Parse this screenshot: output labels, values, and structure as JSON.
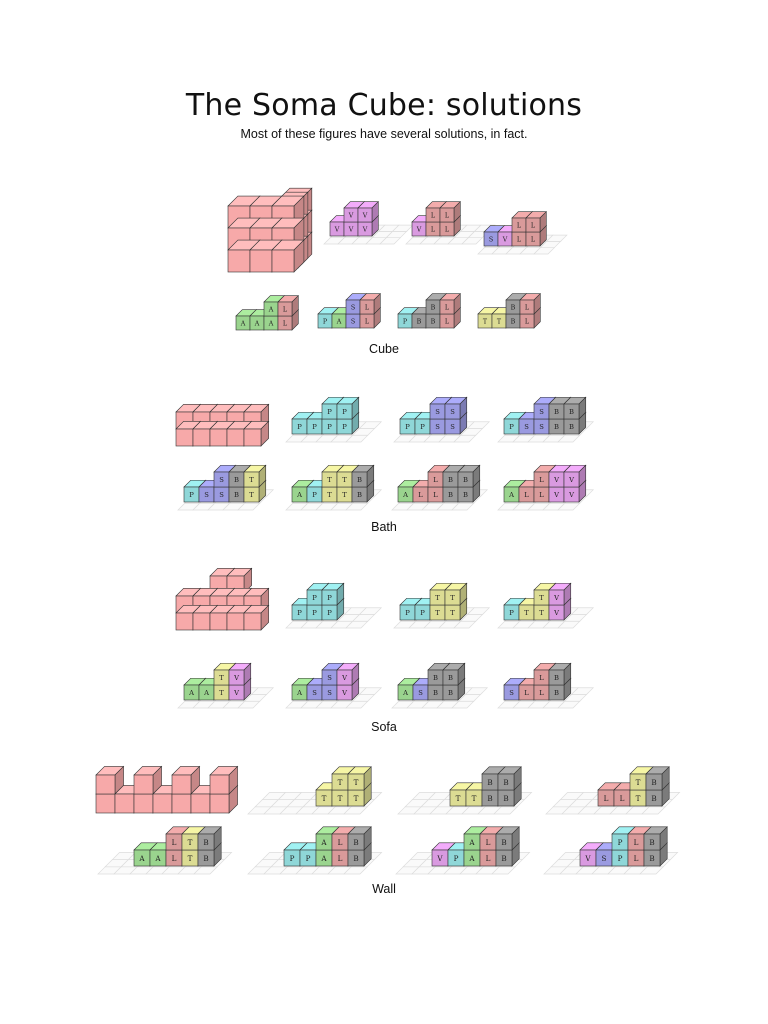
{
  "title": "The Soma Cube: solutions",
  "subtitle": "Most of these figures have several solutions, in fact.",
  "colors": {
    "target": "#f7a9a9",
    "A": "#9ad48e",
    "B": "#9a9a9a",
    "L": "#d99a9a",
    "P": "#8fd7d8",
    "S": "#9a9ae0",
    "T": "#dcdc93",
    "V": "#d99ae0",
    "grid": "#dddddd"
  },
  "sections": [
    {
      "caption": "Cube",
      "target": "cube",
      "steps": [
        {
          "pieces": [
            [
              "V",
              "V",
              "V"
            ]
          ]
        },
        {
          "pieces": [
            [
              "V",
              "L",
              "L"
            ]
          ]
        },
        {
          "pieces": [
            [
              "S",
              "V",
              "L",
              "L"
            ]
          ]
        },
        {
          "pieces": [
            [
              "A",
              "A",
              "A",
              "L"
            ]
          ]
        },
        {
          "pieces": [
            [
              "P",
              "A",
              "S",
              "L"
            ]
          ]
        },
        {
          "pieces": [
            [
              "P",
              "B",
              "B",
              "L"
            ]
          ]
        },
        {
          "pieces": [
            [
              "T",
              "T",
              "B",
              "L"
            ]
          ]
        }
      ]
    },
    {
      "caption": "Bath",
      "target": "bath",
      "steps": [
        {
          "pieces": [
            [
              "P",
              "P",
              "P",
              "P"
            ]
          ]
        },
        {
          "pieces": [
            [
              "P",
              "P",
              "S",
              "S"
            ]
          ]
        },
        {
          "pieces": [
            [
              "P",
              "S",
              "S",
              "B",
              "B"
            ]
          ]
        },
        {
          "pieces": [
            [
              "P",
              "S",
              "S",
              "B",
              "T"
            ]
          ]
        },
        {
          "pieces": [
            [
              "A",
              "P",
              "T",
              "T",
              "B"
            ]
          ]
        },
        {
          "pieces": [
            [
              "A",
              "L",
              "L",
              "B",
              "B"
            ]
          ]
        },
        {
          "pieces": [
            [
              "A",
              "L",
              "L",
              "V",
              "V"
            ]
          ]
        }
      ]
    },
    {
      "caption": "Sofa",
      "target": "sofa",
      "steps": [
        {
          "pieces": [
            [
              "P",
              "P",
              "P"
            ]
          ]
        },
        {
          "pieces": [
            [
              "P",
              "P",
              "T",
              "T"
            ]
          ]
        },
        {
          "pieces": [
            [
              "P",
              "T",
              "T",
              "V"
            ]
          ]
        },
        {
          "pieces": [
            [
              "A",
              "A",
              "T",
              "V"
            ]
          ]
        },
        {
          "pieces": [
            [
              "A",
              "S",
              "S",
              "V"
            ]
          ]
        },
        {
          "pieces": [
            [
              "A",
              "S",
              "B",
              "B"
            ]
          ]
        },
        {
          "pieces": [
            [
              "S",
              "L",
              "L",
              "B"
            ]
          ]
        }
      ]
    },
    {
      "caption": "Wall",
      "target": "wall",
      "steps": [
        {
          "pieces": [
            [
              "T",
              "T",
              "T"
            ]
          ]
        },
        {
          "pieces": [
            [
              "T",
              "T",
              "B",
              "B"
            ]
          ]
        },
        {
          "pieces": [
            [
              "L",
              "L",
              "T",
              "B"
            ]
          ]
        },
        {
          "pieces": [
            [
              "A",
              "A",
              "L",
              "T",
              "B"
            ]
          ]
        },
        {
          "pieces": [
            [
              "P",
              "P",
              "A",
              "L",
              "B"
            ]
          ]
        },
        {
          "pieces": [
            [
              "V",
              "P",
              "A",
              "L",
              "B"
            ]
          ]
        },
        {
          "pieces": [
            [
              "V",
              "S",
              "P",
              "L",
              "B"
            ]
          ]
        }
      ]
    }
  ]
}
